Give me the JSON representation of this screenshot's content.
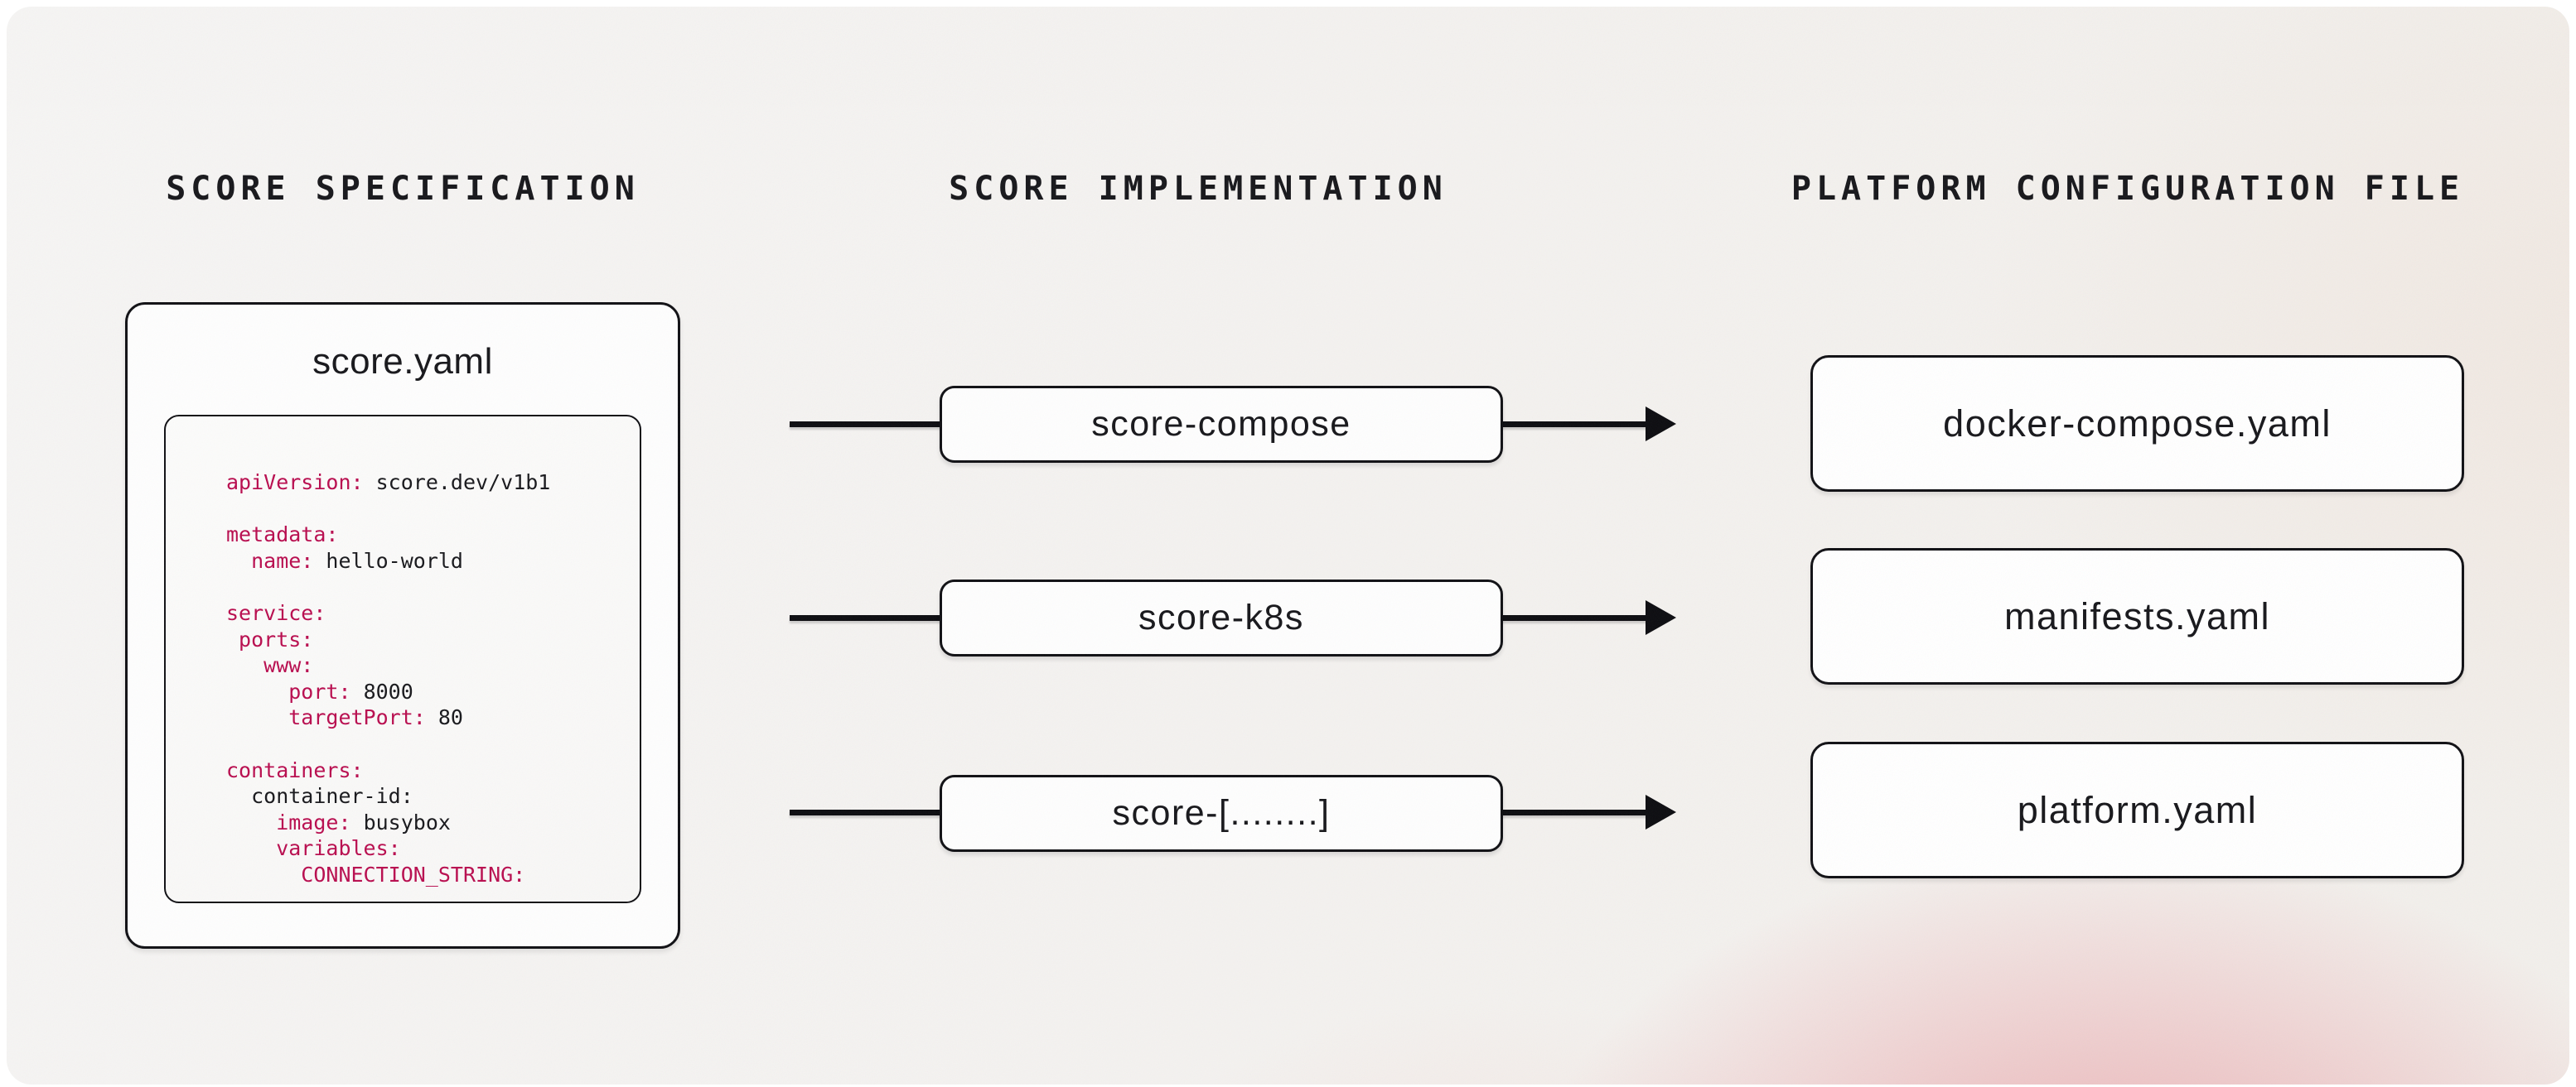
{
  "diagram": {
    "columns": [
      {
        "header": "SCORE SPECIFICATION"
      },
      {
        "header": "SCORE IMPLEMENTATION"
      },
      {
        "header": "PLATFORM CONFIGURATION FILE"
      }
    ],
    "spec_file": {
      "title": "score.yaml",
      "code": [
        {
          "indent": 0,
          "key": "apiVersion:",
          "value": "score.dev/v1b1"
        },
        {
          "blank": true
        },
        {
          "indent": 0,
          "key": "metadata:",
          "value": ""
        },
        {
          "indent": 2,
          "key": "name:",
          "value": "hello-world"
        },
        {
          "blank": true
        },
        {
          "indent": 0,
          "key": "service:",
          "value": ""
        },
        {
          "indent": 1,
          "key": "ports:",
          "value": ""
        },
        {
          "indent": 3,
          "key": "www:",
          "value": ""
        },
        {
          "indent": 5,
          "key": "port:",
          "value": "8000"
        },
        {
          "indent": 5,
          "key": "targetPort:",
          "value": "80"
        },
        {
          "blank": true
        },
        {
          "indent": 0,
          "key": "containers:",
          "value": ""
        },
        {
          "indent": 2,
          "key": "",
          "value": "container-id:"
        },
        {
          "indent": 4,
          "key": "image:",
          "value": "busybox"
        },
        {
          "indent": 4,
          "key": "variables:",
          "value": ""
        },
        {
          "indent": 6,
          "key": "CONNECTION_STRING:",
          "value": ""
        }
      ]
    },
    "rows": [
      {
        "tool": "score-compose",
        "file": "docker-compose.yaml"
      },
      {
        "tool": "score-k8s",
        "file": "manifests.yaml"
      },
      {
        "tool": "score-[........]",
        "file": "platform.yaml"
      }
    ],
    "colors": {
      "yaml_key": "#b90d4f",
      "yaml_value": "#18181c",
      "ink": "#17171b",
      "border": "#101014"
    }
  }
}
